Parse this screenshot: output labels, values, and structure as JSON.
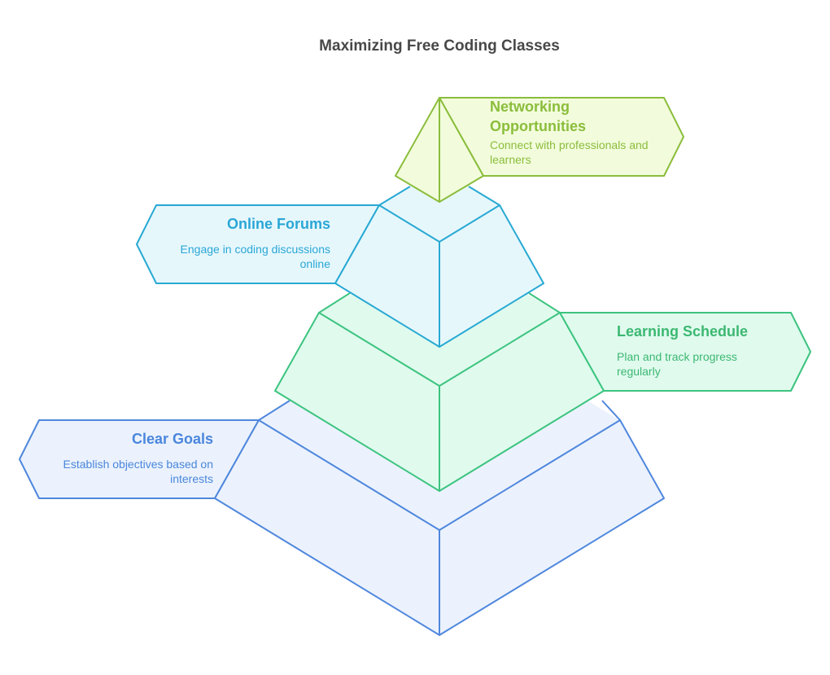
{
  "title": "Maximizing Free Coding Classes",
  "colors": {
    "networking": {
      "stroke": "#8bbd3c",
      "fill": "#f2fcdc",
      "text": "#8bbd3c"
    },
    "forums": {
      "stroke": "#28a9d3",
      "fill": "#e6f7fc",
      "text": "#2aa7d6"
    },
    "schedule": {
      "stroke": "#3cc47f",
      "fill": "#e0faee",
      "text": "#3cb871"
    },
    "goals": {
      "stroke": "#4f87dd",
      "fill": "#ebf2fd",
      "text": "#4a86dc"
    }
  },
  "levels": [
    {
      "key": "networking",
      "title": "Networking Opportunities",
      "description": "Connect with professionals and learners"
    },
    {
      "key": "forums",
      "title": "Online Forums",
      "description": "Engage in coding discussions online"
    },
    {
      "key": "schedule",
      "title": "Learning Schedule",
      "description": "Plan and track progress regularly"
    },
    {
      "key": "goals",
      "title": "Clear Goals",
      "description": "Establish objectives based on interests"
    }
  ]
}
